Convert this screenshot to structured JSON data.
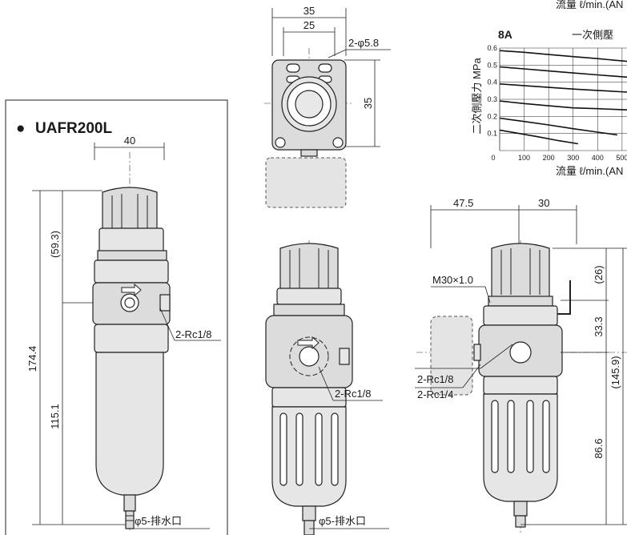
{
  "model": {
    "bullet": "●",
    "name": "UAFR200L"
  },
  "front_view": {
    "width": "40",
    "height_total": "174.4",
    "height_upper": "(59.3)",
    "height_lower": "115.1",
    "port": "2-Rc1/8",
    "drain": "φ5-排水口"
  },
  "top_view": {
    "width_outer": "35",
    "width_inner": "25",
    "holes": "2-φ5.8",
    "height": "35"
  },
  "middle_view": {
    "port": "2-Rc1/8",
    "drain": "φ5-排水口"
  },
  "side_view": {
    "dim_left": "47.5",
    "dim_right": "30",
    "thread": "M30×1.0",
    "gauge_ports_1": "2-Rc1/8",
    "gauge_ports_2": "2-Rc1/4",
    "h_top": "(26)",
    "h_mid": "33.3",
    "h_total": "(145.9)",
    "h_bottom": "86.6"
  },
  "chart_data": {
    "type": "line",
    "title": "8A",
    "legend_label": "一次側壓",
    "ylabel": "二次側壓力 MPa",
    "xlabel": "流量 ℓ/min.(AN",
    "xlabel_top": "流量 ℓ/min.(AN",
    "yticks": [
      "0.6",
      "0.5",
      "0.4",
      "0.3",
      "0.2",
      "0.1"
    ],
    "xticks": [
      "0",
      "100",
      "200",
      "300",
      "400",
      "500"
    ],
    "xlim": [
      0,
      520
    ],
    "ylim": [
      0,
      0.6
    ],
    "series": [
      {
        "x": [
          0,
          100,
          200,
          300,
          400,
          520
        ],
        "y": [
          0.585,
          0.575,
          0.562,
          0.55,
          0.538,
          0.522
        ]
      },
      {
        "x": [
          0,
          100,
          200,
          300,
          400,
          520
        ],
        "y": [
          0.49,
          0.478,
          0.466,
          0.454,
          0.443,
          0.43
        ]
      },
      {
        "x": [
          0,
          100,
          200,
          300,
          400,
          520
        ],
        "y": [
          0.39,
          0.38,
          0.37,
          0.36,
          0.352,
          0.342
        ]
      },
      {
        "x": [
          0,
          100,
          200,
          300,
          400,
          520
        ],
        "y": [
          0.29,
          0.275,
          0.262,
          0.25,
          0.245,
          0.238
        ]
      },
      {
        "x": [
          0,
          100,
          200,
          300,
          400,
          480
        ],
        "y": [
          0.19,
          0.17,
          0.15,
          0.128,
          0.108,
          0.092
        ]
      },
      {
        "x": [
          0,
          80,
          160,
          240,
          320
        ],
        "y": [
          0.12,
          0.1,
          0.08,
          0.058,
          0.04
        ]
      }
    ]
  }
}
